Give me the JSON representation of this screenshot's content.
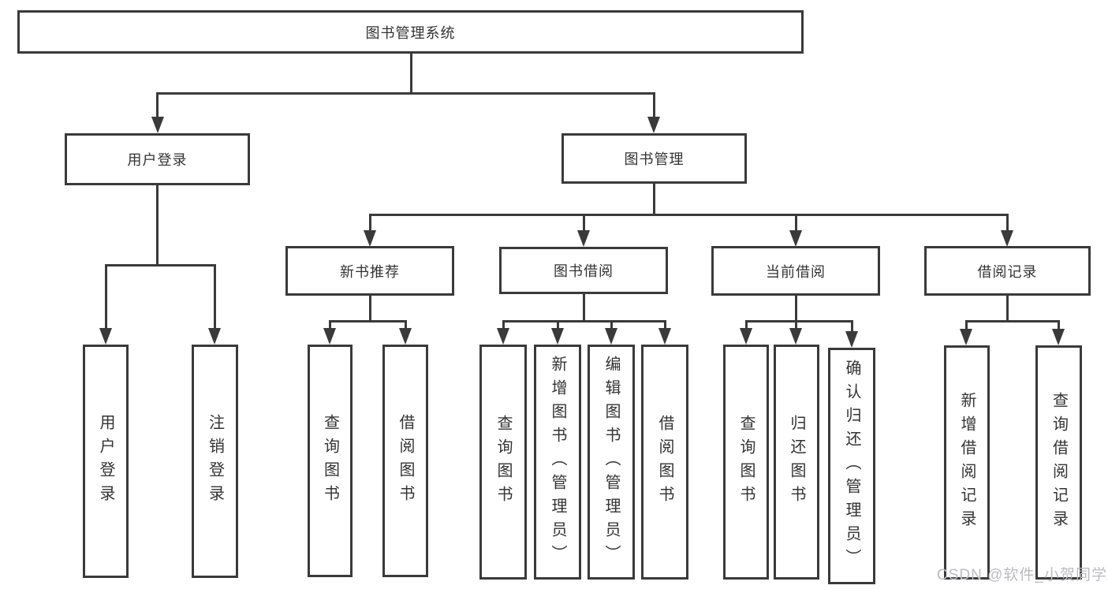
{
  "colors": {
    "line": "#3a3a3a",
    "text": "#333333",
    "box_background": "#ffffff",
    "watermark": "#bcbcc2"
  },
  "tree": {
    "root": "图书管理系统",
    "branches": [
      {
        "label": "用户登录",
        "children": [
          {
            "label": "用户登录"
          },
          {
            "label": "注销登录"
          }
        ]
      },
      {
        "label": "图书管理",
        "children": [
          {
            "label": "新书推荐",
            "children": [
              {
                "label": "查询图书"
              },
              {
                "label": "借阅图书"
              }
            ]
          },
          {
            "label": "图书借阅",
            "children": [
              {
                "label": "查询图书"
              },
              {
                "label": "新增图书（管理员）"
              },
              {
                "label": "编辑图书（管理员）"
              },
              {
                "label": "借阅图书"
              }
            ]
          },
          {
            "label": "当前借阅",
            "children": [
              {
                "label": "查询图书"
              },
              {
                "label": "归还图书"
              },
              {
                "label": "确认归还（管理员）"
              }
            ]
          },
          {
            "label": "借阅记录",
            "children": [
              {
                "label": "新增借阅记录"
              },
              {
                "label": "查询借阅记录"
              }
            ]
          }
        ]
      }
    ]
  },
  "watermark": "CSDN @软件_小贺同学"
}
